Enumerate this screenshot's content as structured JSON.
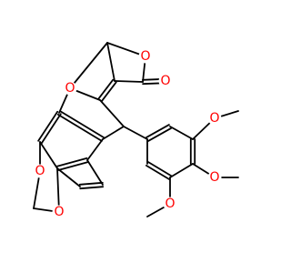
{
  "molecule": {
    "atom_labels": {
      "o_pyran": "O",
      "o_lactone_ring": "O",
      "o_carbonyl": "O",
      "o_dioxole_top": "O",
      "o_dioxole_bottom": "O",
      "o_methoxy_top": "O",
      "o_methoxy_mid": "O",
      "o_methoxy_bottom": "O"
    },
    "colors": {
      "bond": "#000000",
      "oxygen": "#ff0000",
      "background": "#ffffff"
    }
  }
}
